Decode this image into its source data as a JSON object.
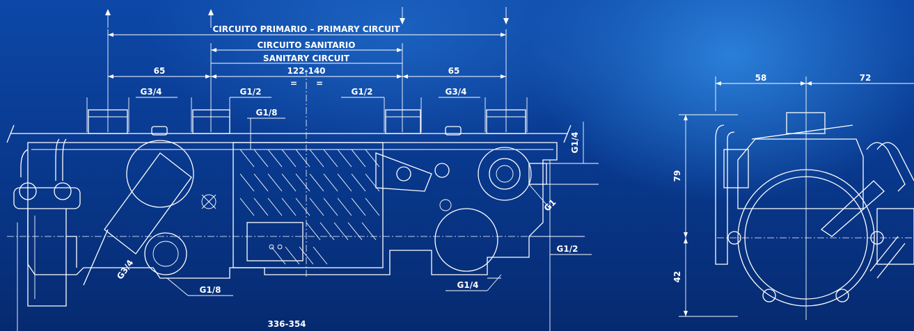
{
  "labels": {
    "primary_circuit": "CIRCUITO PRIMARIO – PRIMARY CIRCUIT",
    "sanitario": "CIRCUITO SANITARIO",
    "sanitary": "SANITARY CIRCUIT",
    "dim_65_left": "65",
    "dim_65_right": "65",
    "dim_122_140": "122-140",
    "equal_left": "=",
    "equal_right": "=",
    "g34_left": "G3/4",
    "g12_left": "G1/2",
    "g12_right": "G1/2",
    "g34_right": "G3/4",
    "g18_top": "G1/8",
    "g14_right": "G1/4",
    "g1": "G1",
    "g12_side": "G1/2",
    "g14_bottom": "G1/4",
    "g34_bottom": "G3/4",
    "g18_bottom": "G1/8",
    "dim_336_354": "336-354",
    "dim_58": "58",
    "dim_72": "72",
    "dim_79": "79",
    "dim_42": "42"
  }
}
